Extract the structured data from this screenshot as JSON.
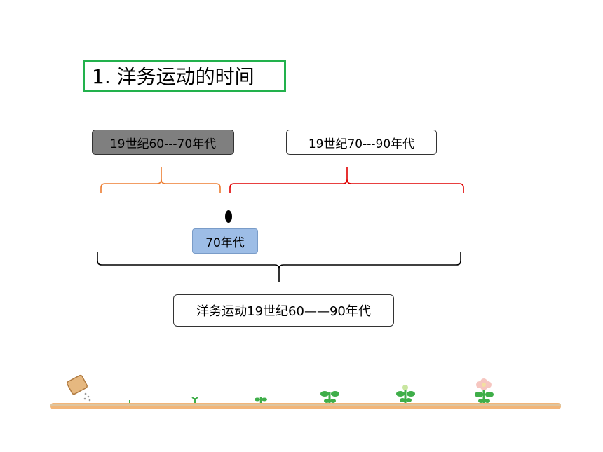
{
  "title": "1. 洋务运动的时间",
  "period_early": "19世纪60---70年代",
  "period_late": "19世纪70---90年代",
  "period_mid": "70年代",
  "period_total": "洋务运动19世纪60——90年代",
  "colors": {
    "title_border": "#22b14c",
    "early_box_fill": "#7f7f7f",
    "mid_box_fill": "#9dbde6",
    "early_brace": "#ed7d31",
    "late_brace": "#e00000",
    "total_brace": "#000000",
    "soil": "#f0a860",
    "sprout": "#3fae49"
  },
  "decorations": [
    "seed-bag-icon",
    "sprout-icon",
    "flower-icon"
  ]
}
